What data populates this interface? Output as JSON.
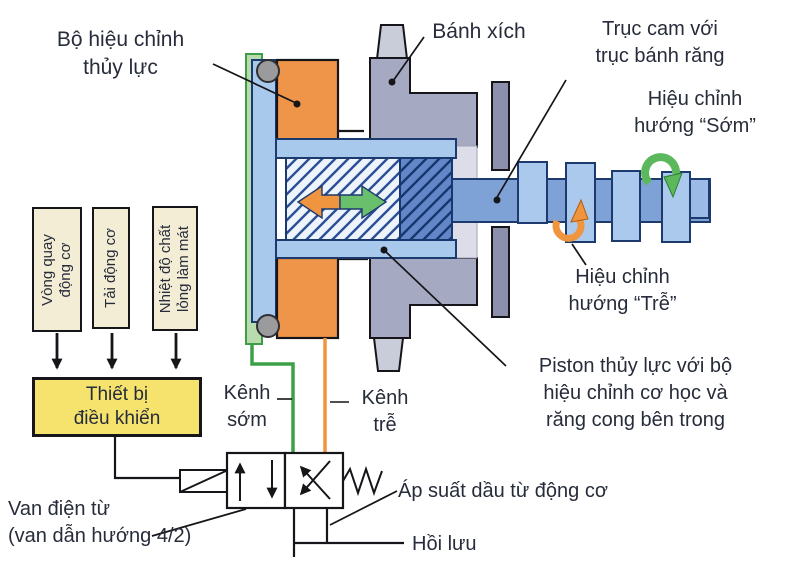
{
  "labels": {
    "adjuster": "Bộ hiệu chỉnh\nthủy lực",
    "sprocket": "Bánh xích",
    "camshaft": "Trục cam với\ntrục bánh răng",
    "advance": "Hiệu chỉnh\nhướng “Sớm”",
    "retard": "Hiệu chỉnh\nhướng “Trễ”",
    "piston": "Piston thủy lực với bộ\nhiệu chỉnh cơ học và\nrăng cong bên trong",
    "advance_channel": "Kênh\nsớm",
    "retard_channel": "Kênh\ntrễ",
    "solenoid_valve": "Van điện từ\n(van dẫn hướng 4/2)",
    "oil_pressure": "Áp suất dầu từ động cơ",
    "oil_return": "Hồi lưu",
    "ecu": "Thiết bị\nđiều khiển",
    "sensor_speed": "Vòng quay\nđộng cơ",
    "sensor_load": "Tải động cơ",
    "sensor_coolant": "Nhiệt độ chất\nlỏng làm mát"
  },
  "colors": {
    "housing_orange": "#ef9549",
    "advance_green_line": "#3da048",
    "advance_green_arrow": "#5cb85c",
    "retard_orange": "#f0953f",
    "light_blue": "#abc9ec",
    "shaft_blue": "#7fa2d6",
    "gear_blue": "#6286c8",
    "sprocket_gray": "#a5a9c2",
    "sprocket_teeth": "#c9ccd9",
    "ecu_yellow": "#f5e36e",
    "sensor_cream": "#f4edd6"
  }
}
